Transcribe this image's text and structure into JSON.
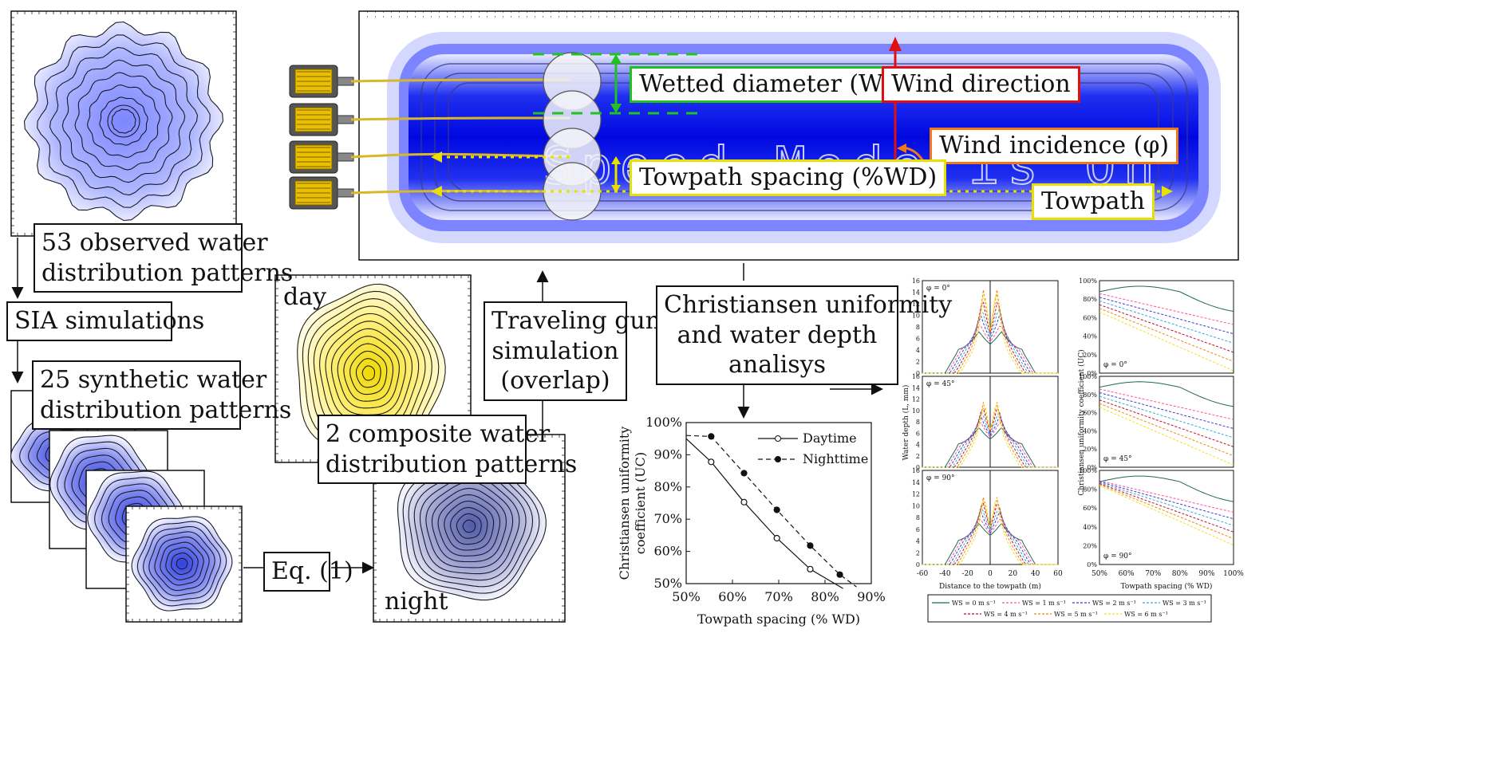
{
  "labels": {
    "observed": [
      "53 observed water",
      "distribution patterns"
    ],
    "sia": "SIA simulations",
    "synthetic": [
      "25 synthetic water",
      "distribution patterns"
    ],
    "composite": [
      "2 composite water",
      "distribution patterns"
    ],
    "eq": "Eq. (1)",
    "traveling": [
      "Traveling gun",
      "simulation",
      "(overlap)"
    ],
    "christiansen": [
      "Christiansen uniformity",
      "and water depth",
      "analisys"
    ],
    "day": "day",
    "night": "night"
  },
  "field": {
    "wetted_diameter": "Wetted diameter (WD)",
    "wind_direction": "Wind direction",
    "wind_incidence": "Wind incidence (φ)",
    "towpath_spacing": "Towpath spacing (%WD)",
    "towpath": "Towpath",
    "background_text": "Speed Mode is On"
  },
  "colors": {
    "field_blue": "#0a10e8",
    "field_glow": "#b8c0ff",
    "green": "#22c022",
    "red": "#e01010",
    "orange": "#f07818",
    "yellow": "#e8e000",
    "pattern_blue": "#b8c0ff",
    "pattern_yellow": "#fff280"
  },
  "chart_data": [
    {
      "type": "line",
      "ylabel": "Christiansen uniformity coefficient (UC)",
      "xlabel": "Towpath spacing (% WD)",
      "x_ticks": [
        "50%",
        "60%",
        "70%",
        "80%",
        "90%"
      ],
      "y_ticks": [
        "50%",
        "60%",
        "70%",
        "80%",
        "90%",
        "100%"
      ],
      "xlim": [
        50,
        90
      ],
      "ylim": [
        50,
        100
      ],
      "series": [
        {
          "name": "Daytime",
          "marker": "open-circle",
          "style": "solid",
          "x": [
            50,
            55.4,
            62.5,
            69.6,
            76.8,
            83.9
          ],
          "y": [
            95,
            87.8,
            75.3,
            64.1,
            54.5,
            48.5
          ],
          "markers_x": [
            55.4,
            62.5,
            69.6,
            76.8
          ],
          "markers_y": [
            87.8,
            75.3,
            64.1,
            54.5
          ]
        },
        {
          "name": "Nighttime",
          "marker": "filled-circle",
          "style": "dashed",
          "x": [
            50,
            55.4,
            62.5,
            69.6,
            76.8,
            83.2,
            86.8
          ],
          "y": [
            96,
            95.7,
            84.3,
            72.9,
            61.8,
            52.8,
            49
          ],
          "markers_x": [
            55.4,
            62.5,
            69.6,
            76.8,
            83.2
          ],
          "markers_y": [
            95.7,
            84.3,
            72.9,
            61.8,
            52.8
          ]
        }
      ]
    },
    {
      "type": "line",
      "panel": "water depth profiles",
      "ylabel": "Water depth (L, mm)",
      "xlabel": "Distance to the towpath (m)",
      "x_ticks": [
        "-60",
        "-40",
        "-20",
        "0",
        "20",
        "40",
        "60"
      ],
      "y_ticks": [
        "0",
        "2",
        "4",
        "6",
        "8",
        "10",
        "12",
        "14",
        "16"
      ],
      "rows": [
        "φ = 0°",
        "φ = 45°",
        "φ = 90°"
      ],
      "peaks_mm": {
        "0": [
          7.2,
          8.5,
          10,
          11.5,
          13,
          14.5,
          15
        ],
        "45": [
          7,
          8.2,
          9,
          10,
          11,
          11.5,
          12
        ],
        "90": [
          7,
          8,
          9,
          10,
          11,
          11.5,
          12
        ]
      }
    },
    {
      "type": "line",
      "panel": "uniformity vs spacing",
      "ylabel": "Christiansen uniformity coefficient (UC)",
      "xlabel": "Towpath spacing (% WD)",
      "x_ticks": [
        "50%",
        "60%",
        "70%",
        "80%",
        "90%",
        "100%"
      ],
      "y_ticks": [
        "0%",
        "20%",
        "40%",
        "60%",
        "80%",
        "100%"
      ],
      "rows": [
        "φ = 0°",
        "φ = 45°",
        "φ = 90°"
      ]
    }
  ],
  "legend": [
    "WS = 0 m s⁻¹",
    "WS = 1 m s⁻¹",
    "WS = 2 m s⁻¹",
    "WS = 3 m s⁻¹",
    "WS = 4 m s⁻¹",
    "WS = 5 m s⁻¹",
    "WS = 6 m s⁻¹"
  ],
  "ws_colors": [
    "#1f6b55",
    "#ff4fa0",
    "#3c3ccc",
    "#33aadd",
    "#c01030",
    "#f08a10",
    "#f2e020"
  ]
}
